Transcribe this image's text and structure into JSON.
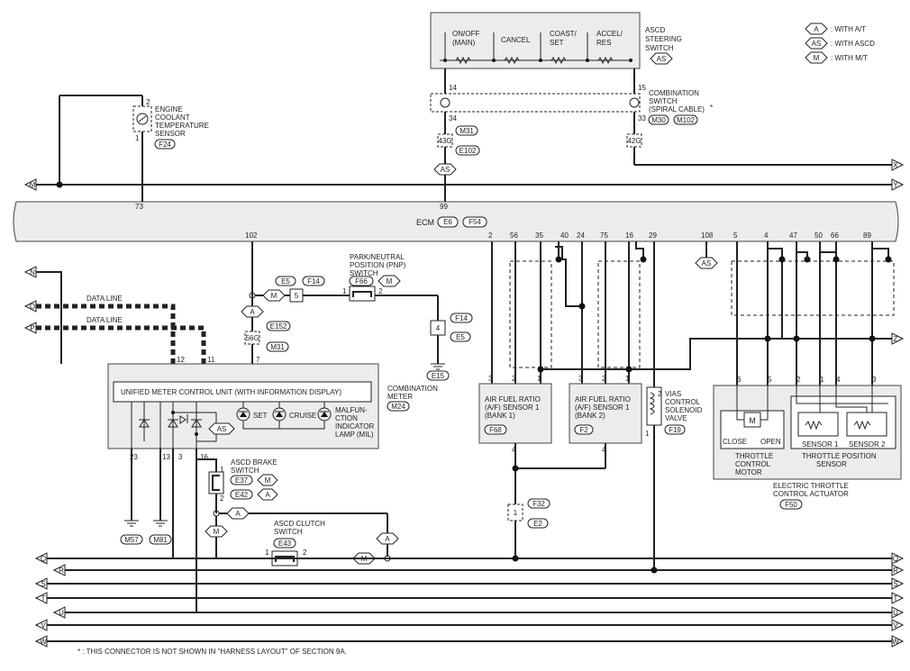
{
  "legend": {
    "a": {
      "code": "A",
      "text": ": WITH A/T"
    },
    "as": {
      "code": "AS",
      "text": ": WITH ASCD"
    },
    "m": {
      "code": "M",
      "text": ": WITH M/T"
    }
  },
  "steering_switch": {
    "buttons": [
      "ON/OFF",
      "(MAIN)",
      "CANCEL",
      "COAST/",
      "SET",
      "ACCEL/",
      "RES"
    ],
    "label": [
      "ASCD",
      "STEERING",
      "SWITCH"
    ],
    "tag": "AS"
  },
  "combination_switch": {
    "label": [
      "COMBINATION",
      "SWITCH",
      "(SPIRAL CABLE)"
    ],
    "star": "*",
    "connectors": [
      "M30",
      "M102"
    ],
    "pins": {
      "left_top": "14",
      "right_top": "15",
      "left_mid": "34",
      "right_mid": "33",
      "left_low": "43G",
      "right_low": "42G"
    },
    "m_connectors": [
      "M31",
      "E102"
    ],
    "as_tag": "AS"
  },
  "ects": {
    "label": [
      "ENGINE",
      "COOLANT",
      "TEMPERATURE",
      "SENSOR"
    ],
    "pin_top": "2",
    "pin_bottom": "1",
    "connector": "F24"
  },
  "ecm": {
    "label": "ECM",
    "connectors": [
      "E6",
      "F54"
    ],
    "pin_73": "73",
    "pin_99": "99",
    "pin_102": "102",
    "pins": [
      "2",
      "56",
      "35",
      "40",
      "24",
      "75",
      "16",
      "29",
      "108",
      "5",
      "4",
      "47",
      "50",
      "66",
      "89"
    ],
    "as_tag": "AS"
  },
  "pnp": {
    "label": [
      "PARK/NEUTRAL",
      "POSITION (PNP)",
      "SWITCH"
    ],
    "connector": "F66",
    "m_tag": "M",
    "pin1": "1",
    "pin2": "2",
    "e5": "E5",
    "f14": "F14",
    "pin5": "5",
    "pin4": "4",
    "f14b": "F14",
    "e5b": "E5",
    "ground": "E15",
    "a_tag": "A",
    "m_tag2": "M",
    "e152": "E152",
    "m31": "M31",
    "pin56g": "56G",
    "pin7": "7"
  },
  "data_lines": [
    "DATA LINE",
    "DATA LINE"
  ],
  "meter": {
    "title": "UNIFIED METER CONTROL UNIT (WITH INFORMATION DISPLAY)",
    "label": [
      "COMBINATION",
      "METER"
    ],
    "connector": "M24",
    "pins_top": [
      "12",
      "11"
    ],
    "pins_bottom": [
      "23",
      "13",
      "3",
      "16"
    ],
    "set": "SET",
    "cruise": "CRUISE",
    "mil": [
      "MALFUN-",
      "CTION",
      "INDICATOR",
      "LAMP (MIL)"
    ],
    "as_tag": "AS",
    "grounds": [
      "M57",
      "M81"
    ]
  },
  "brake_switch": {
    "label": [
      "ASCD BRAKE",
      "SWITCH"
    ],
    "pin1": "1",
    "pin2": "2",
    "conn1": "E37",
    "conn1_tag": "M",
    "conn2": "E42",
    "conn2_tag": "A",
    "a_tag": "A",
    "m_tag": "M"
  },
  "clutch_switch": {
    "label": [
      "ASCD CLUTCH",
      "SWITCH"
    ],
    "connector": "E43",
    "pin1": "1",
    "pin2": "2",
    "m_tag": "M",
    "a_tag": "A"
  },
  "af_sensor1": {
    "label": [
      "AIR FUEL RATIO",
      "(A/F) SENSOR 1",
      "(BANK 1)"
    ],
    "pins": [
      "3",
      "2",
      "1"
    ],
    "pin_bottom": "4",
    "connector": "F68"
  },
  "af_sensor2": {
    "label": [
      "AIR FUEL RATIO",
      "(A/F) SENSOR 1",
      "(BANK 2)"
    ],
    "pins": [
      "3",
      "2",
      "1"
    ],
    "pin_bottom": "4",
    "connector": "F2"
  },
  "vias": {
    "label": [
      "VIAS",
      "CONTROL",
      "SOLENOID",
      "VALVE"
    ],
    "pin_top": "2",
    "pin_bottom": "1",
    "connector": "F19"
  },
  "joint": {
    "pin": "1",
    "conn1": "F32",
    "conn2": "E2"
  },
  "throttle": {
    "pins": [
      "6",
      "5",
      "2",
      "1",
      "4",
      "3"
    ],
    "motor": "M",
    "close": "CLOSE",
    "open": "OPEN",
    "motor_label": [
      "THROTTLE",
      "CONTROL",
      "MOTOR"
    ],
    "sensor1": "SENSOR 1",
    "sensor2": "SENSOR 2",
    "sensor_label": [
      "THROTTLE POSITION",
      "SENSOR"
    ],
    "actuator_label": [
      "ELECTRIC THROTTLE",
      "CONTROL ACTUATOR"
    ],
    "connector": "F50"
  },
  "line_tags_left": [
    "M",
    "N",
    "O",
    "P",
    "Q",
    "R",
    "S",
    "T",
    "U",
    "V",
    "W"
  ],
  "line_tags_right": [
    "X",
    "Y",
    "Z",
    "Q",
    "R",
    "S",
    "T",
    "U",
    "V",
    "W"
  ],
  "footnote": "* : THIS CONNECTOR IS NOT SHOWN IN \"HARNESS LAYOUT\" OF SECTION 9A."
}
